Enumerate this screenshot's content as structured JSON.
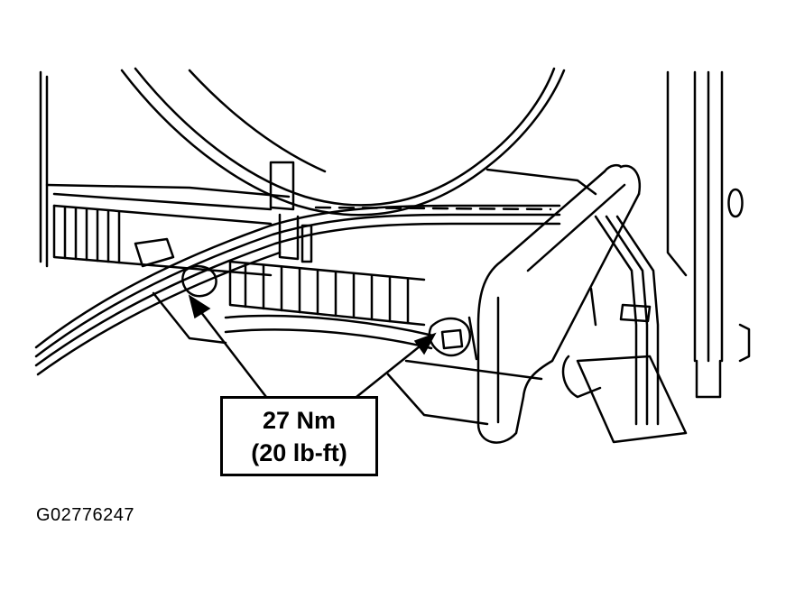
{
  "callout": {
    "torque_metric": "27 Nm",
    "torque_imperial": "(20 lb-ft)"
  },
  "figure_id": "G02776247",
  "colors": {
    "ink": "#000000",
    "paper": "#ffffff"
  }
}
